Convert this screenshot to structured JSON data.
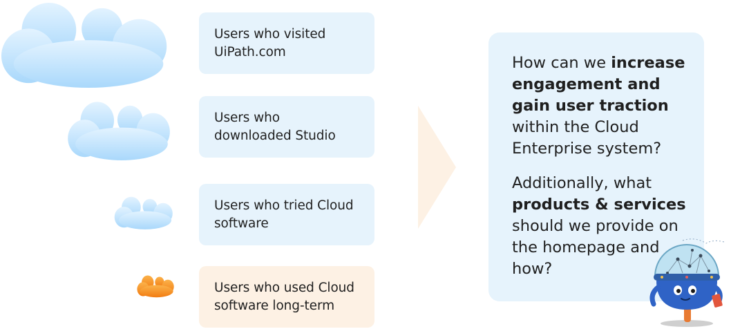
{
  "segments": [
    {
      "lines": [
        "Users who visited",
        "UiPath.com"
      ],
      "color": "blue"
    },
    {
      "lines": [
        "Users who",
        "downloaded Studio"
      ],
      "color": "blue"
    },
    {
      "lines": [
        "Users who tried Cloud",
        "software"
      ],
      "color": "blue"
    },
    {
      "lines": [
        "Users who used Cloud",
        "software long-term"
      ],
      "color": "orange"
    }
  ],
  "question": {
    "paragraph1": {
      "line1_pre": "How can we ",
      "line1_bold": "increase",
      "line2": "engagement and",
      "line3": "gain user traction",
      "line4": "within the Cloud",
      "line5": "Enterprise system?"
    },
    "paragraph2": {
      "line1": "Additionally, what",
      "line2": "products & services",
      "line3": "should we provide on",
      "line4": "the homepage and",
      "line5": "how?"
    }
  },
  "colors": {
    "cloud_blue_light": "#e3f3ff",
    "cloud_blue_dark": "#a9d8fb",
    "cloud_orange": "#f7921f",
    "card_blue": "#e6f3fc",
    "card_orange": "#fdf1e4",
    "arrow": "#fdf1e4"
  },
  "icons": [
    "cloud-icon",
    "arrow-icon",
    "robot-mascot-icon"
  ]
}
